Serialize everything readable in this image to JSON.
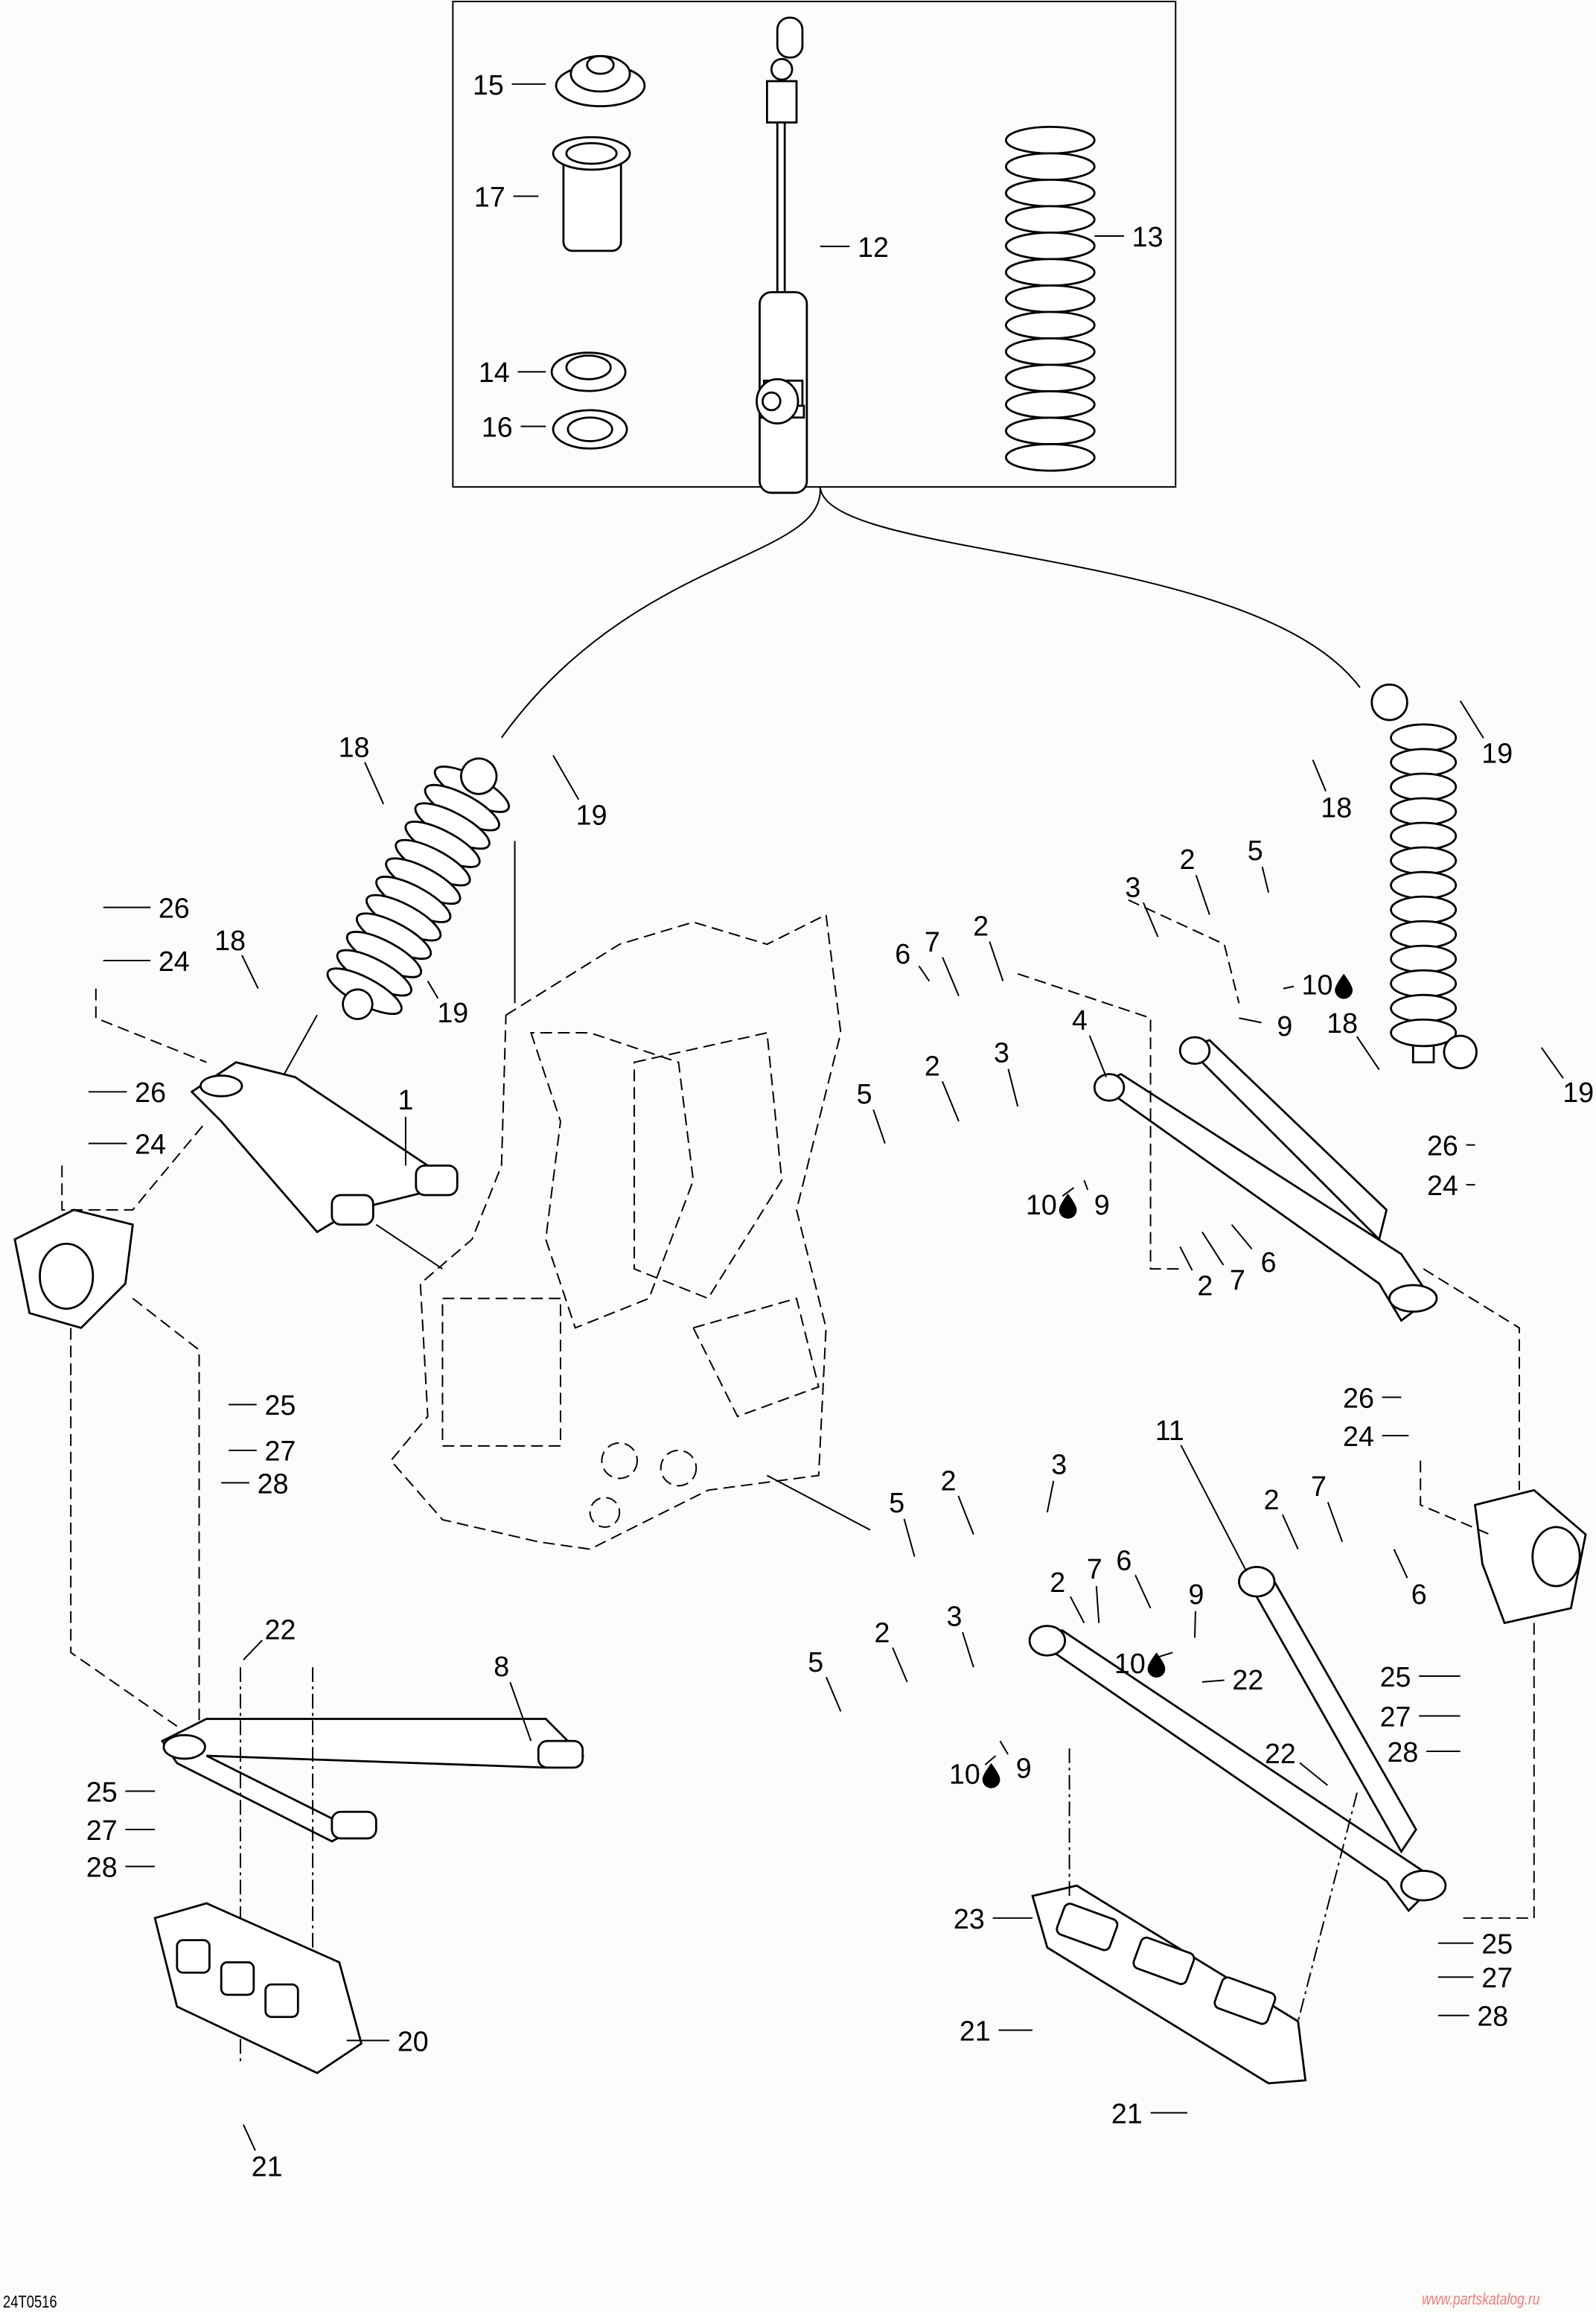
{
  "diagram": {
    "callouts": [
      "15",
      "17",
      "14",
      "16",
      "12",
      "13",
      "18",
      "19",
      "26",
      "24",
      "18",
      "19",
      "26",
      "24",
      "1",
      "25",
      "27",
      "28",
      "22",
      "8",
      "25",
      "27",
      "28",
      "20",
      "21",
      "18",
      "19",
      "3",
      "2",
      "5",
      "6",
      "7",
      "2",
      "10",
      "9",
      "4",
      "18",
      "19",
      "5",
      "2",
      "3",
      "10",
      "9",
      "26",
      "24",
      "2",
      "7",
      "6",
      "26",
      "24",
      "11",
      "3",
      "2",
      "5",
      "2",
      "7",
      "6",
      "9",
      "7",
      "6",
      "2",
      "10",
      "22",
      "2",
      "3",
      "5",
      "25",
      "27",
      "28",
      "22",
      "10",
      "9",
      "23",
      "25",
      "27",
      "28",
      "21",
      "21"
    ],
    "oil_drop_icon_callouts": [
      "10"
    ]
  },
  "footer": {
    "drawing_code": "24T0516",
    "watermark": "www.partskatalog.ru",
    "watermark_color": "#f07c7c"
  }
}
